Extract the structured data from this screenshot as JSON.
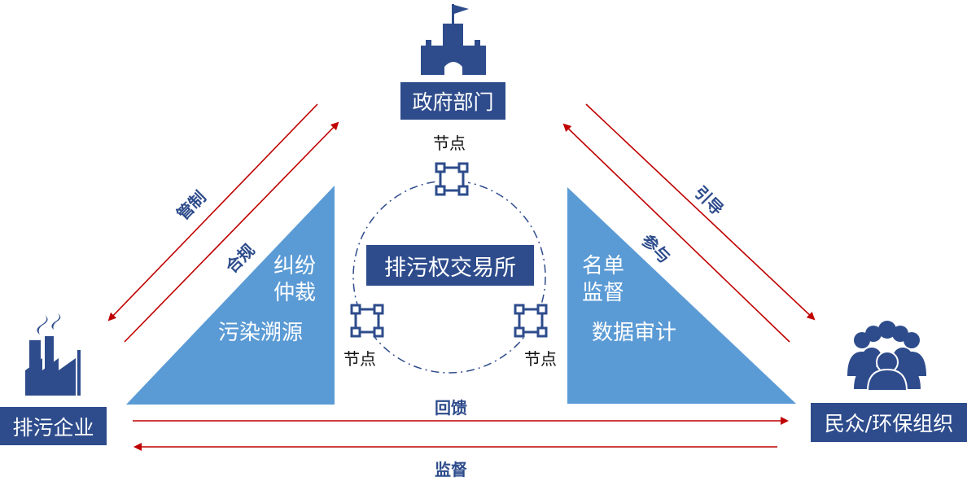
{
  "colors": {
    "navy": "#2e4c8c",
    "triangle": "#5b9bd5",
    "arrow": "#c00000",
    "circle": "#2e4c8c"
  },
  "icons": {
    "government": "castle-icon",
    "enterprise": "factory-icon",
    "public": "crowd-icon",
    "node": "blockchain-node-icon"
  },
  "actors": {
    "government": "政府部门",
    "enterprise": "排污企业",
    "public": "民众/环保组织"
  },
  "center": {
    "title": "排污权交易所",
    "node_label": "节点"
  },
  "left_triangle": {
    "line1": "纠纷",
    "line2": "仲裁",
    "line3": "污染溯源"
  },
  "right_triangle": {
    "line1": "名单",
    "line2": "监督",
    "line3": "数据审计"
  },
  "arrows": {
    "gov_to_enterprise": "管制",
    "enterprise_to_gov": "合规",
    "gov_to_public": "引导",
    "public_to_gov": "参与",
    "enterprise_to_public": "回馈",
    "public_to_enterprise": "监督"
  }
}
